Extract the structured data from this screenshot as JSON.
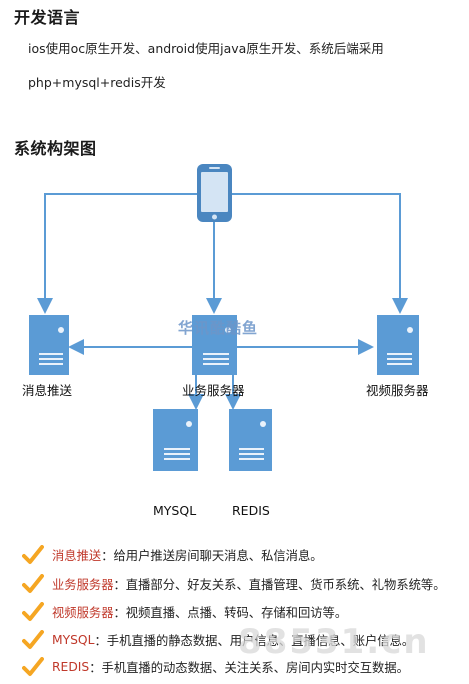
{
  "section_dev": {
    "title": "开发语言",
    "line1": "ios使用oc原生开发、android使用java原生开发、系统后端采用",
    "line2": "php+mysql+redis开发"
  },
  "section_arch": {
    "title": "系统构架图",
    "nodes": {
      "message_push": "消息推送",
      "business_server": "业务服务器",
      "video_server": "视频服务器",
      "mysql": "MYSQL",
      "redis": "REDIS"
    },
    "watermark": "华讯酷酷鱼"
  },
  "bullets": [
    {
      "term": "消息推送",
      "desc": "：给用户推送房间聊天消息、私信消息。"
    },
    {
      "term": "业务服务器",
      "desc": "：直播部分、好友关系、直播管理、货币系统、礼物系统等。"
    },
    {
      "term": "视频服务器",
      "desc": "：视频直播、点播、转码、存储和回访等。"
    },
    {
      "term": "MYSQL",
      "desc": "：手机直播的静态数据、用户信息、直播信息、账户信息。"
    },
    {
      "term": "REDIS",
      "desc": "：手机直播的动态数据、关注关系、房间内实时交互数据。"
    }
  ],
  "colors": {
    "node": "#5b9bd5",
    "node_dark": "#4a86c0",
    "arrow": "#5b9bd5",
    "check": "#f5a623",
    "term": "#c0392b"
  },
  "site_watermark": "88531.cn"
}
